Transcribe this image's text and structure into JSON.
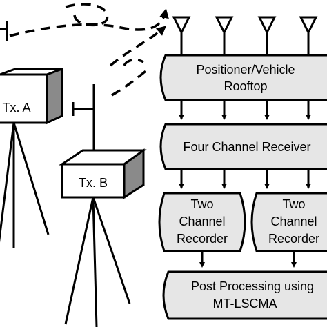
{
  "transmitters": {
    "a_label": "Tx. A",
    "b_label": "Tx. B"
  },
  "blocks": {
    "positioner_line1": "Positioner/Vehicle",
    "positioner_line2": "Rooftop",
    "receiver": "Four Channel Receiver",
    "recorder_left_line1": "Two",
    "recorder_left_line2": "Channel",
    "recorder_left_line3": "Recorder",
    "recorder_right_line1": "Two",
    "recorder_right_line2": "Channel",
    "recorder_right_line3": "Recorder",
    "post_line1": "Post Processing using",
    "post_line2": "MT-LSCMA"
  },
  "colors": {
    "stroke": "#000000",
    "box_top": "#ffffff",
    "box_front": "#ffffff",
    "box_side": "#8a8a8a",
    "block_fill": "#e6e6e6"
  }
}
